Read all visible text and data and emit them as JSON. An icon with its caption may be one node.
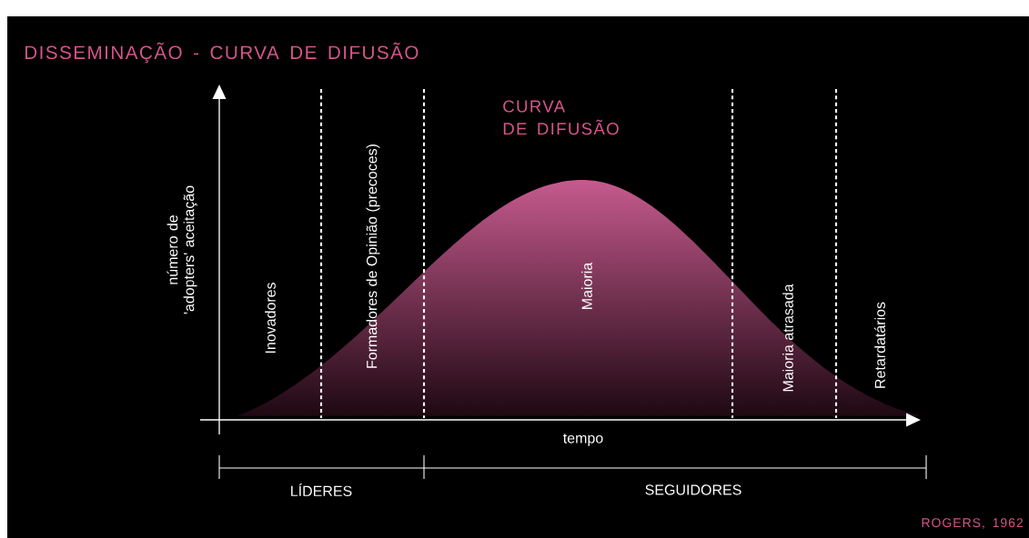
{
  "diagram": {
    "title": "DISSEMINAÇÃO - CURVA DE DIFUSÃO",
    "labels": [
      "CURVA",
      "DE DIFUSÃO",
      "número de 'adopters' aceitação",
      "Inovadores",
      "Formadores de Opinião (precoces)",
      "Maioria",
      "Maioria atrasada",
      "Retardatários",
      "tempo",
      "LÍDERES",
      "SEGUIDORES",
      "ROGERS, 1962"
    ]
  }
}
